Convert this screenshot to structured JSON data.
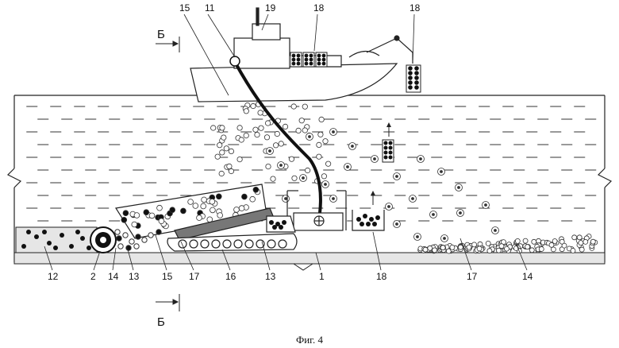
{
  "figure": {
    "caption": "Фиг. 4",
    "section_mark": "Б",
    "labels": {
      "l15_top": "15",
      "l11": "11",
      "l19": "19",
      "l18_ship": "18",
      "l18_grab": "18",
      "l12": "12",
      "l2": "2",
      "l14_left": "14",
      "l13_left": "13",
      "l15_bottom": "15",
      "l17_left": "17",
      "l16": "16",
      "l13_right": "13",
      "l1": "1",
      "l18_bottom": "18",
      "l17_right": "17",
      "l14_right": "14"
    }
  }
}
